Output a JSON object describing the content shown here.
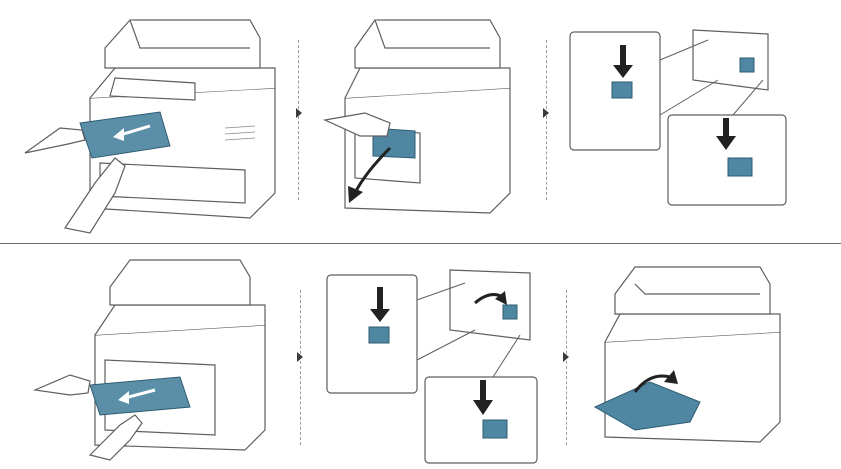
{
  "document": {
    "type": "illustrated instruction sheet",
    "rows": [
      {
        "steps": [
          {
            "subject": "printer-pulling-paper-from-front"
          },
          {
            "subject": "printer-opening-front-cover"
          },
          {
            "subject": "pressing-fuser-levers-down"
          }
        ]
      },
      {
        "steps": [
          {
            "subject": "printer-pulling-paper-from-rear"
          },
          {
            "subject": "pushing-fuser-levers-back-up"
          },
          {
            "subject": "closing-rear-cover"
          }
        ]
      }
    ]
  },
  "colors": {
    "line": "#5f5f5f",
    "jammed_paper": "#5b8fa8",
    "highlight_part": "#4f86a1",
    "arrow": "#222222",
    "divider": "#6b6b6b"
  }
}
